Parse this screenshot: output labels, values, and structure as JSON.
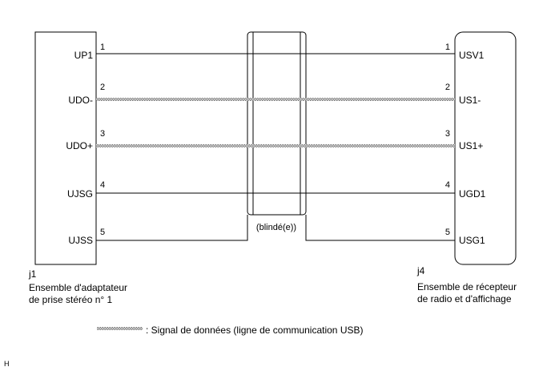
{
  "left_connector": {
    "id": "j1",
    "name_line1": "Ensemble d'adaptateur",
    "name_line2": "de prise stéréo n° 1",
    "pins": [
      {
        "num": "1",
        "name": "UP1"
      },
      {
        "num": "2",
        "name": "UDO-"
      },
      {
        "num": "3",
        "name": "UDO+"
      },
      {
        "num": "4",
        "name": "UJSG"
      },
      {
        "num": "5",
        "name": "UJSS"
      }
    ]
  },
  "right_connector": {
    "id": "j4",
    "name_line1": "Ensemble de récepteur",
    "name_line2": "de radio et d'affichage",
    "pins": [
      {
        "num": "1",
        "name": "USV1"
      },
      {
        "num": "2",
        "name": "US1-"
      },
      {
        "num": "3",
        "name": "US1+"
      },
      {
        "num": "4",
        "name": "UGD1"
      },
      {
        "num": "5",
        "name": "USG1"
      }
    ]
  },
  "wires": [
    {
      "type": "plain"
    },
    {
      "type": "data"
    },
    {
      "type": "data"
    },
    {
      "type": "plain"
    },
    {
      "type": "shield"
    }
  ],
  "shield_label": "(blindé(e))",
  "legend_text": ": Signal de données (ligne de communication USB)",
  "corner_mark": "H"
}
